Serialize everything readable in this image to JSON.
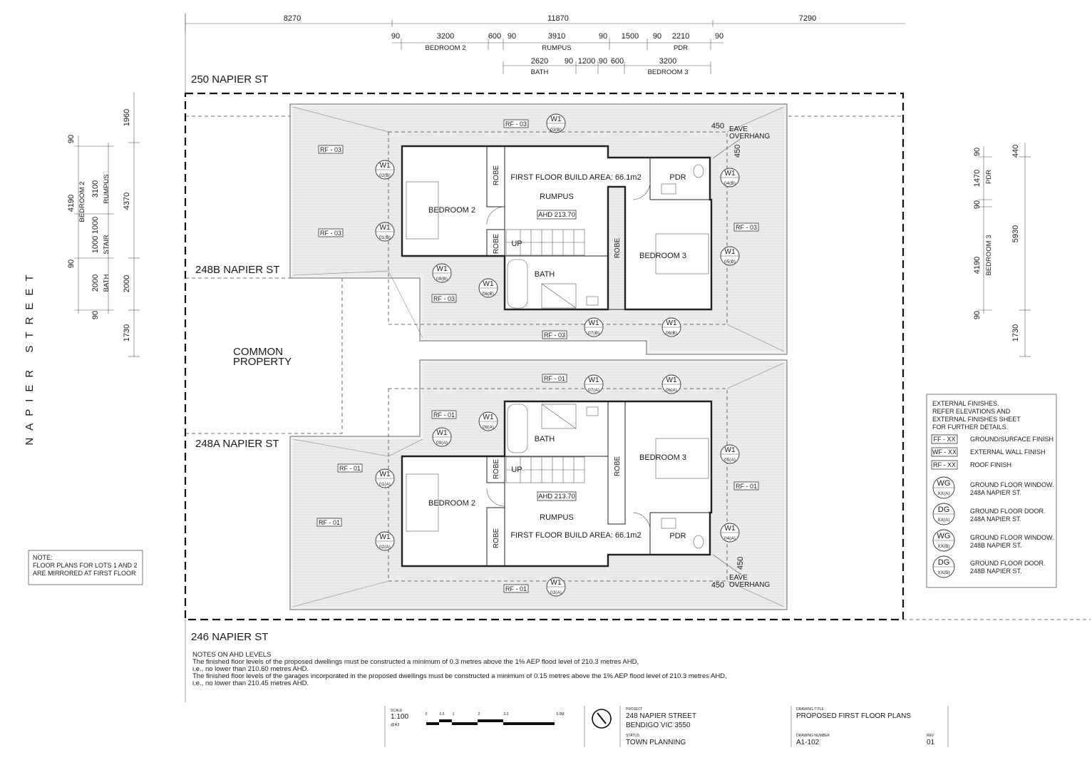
{
  "street_name": "NAPIER STREET",
  "neighbours": {
    "north": "250 NAPIER ST",
    "south": "246 NAPIER ST",
    "lot_b": "248B NAPIER ST",
    "lot_a": "248A NAPIER ST"
  },
  "common_property": [
    "COMMON",
    "PROPERTY"
  ],
  "dims_top_overall": [
    "8270",
    "11870",
    "7290"
  ],
  "dims_top_row2": {
    "values": [
      "90",
      "3200",
      "600",
      "90",
      "3910",
      "90",
      "1500",
      "90",
      "2210",
      "90"
    ],
    "labels": [
      "BEDROOM 2",
      "RUMPUS",
      "PDR"
    ]
  },
  "dims_top_row3": {
    "values": [
      "2620",
      "90",
      "1200",
      "90",
      "600",
      "3200"
    ],
    "labels": [
      "BATH",
      "BEDROOM 3"
    ]
  },
  "dims_left": {
    "outer": [
      "1960",
      "4370",
      "2000",
      "1730"
    ],
    "inner": [
      "90",
      "4190",
      "90",
      "1000",
      "90",
      "2000",
      "90"
    ],
    "inner2": [
      "3100"
    ],
    "labels": [
      "BEDROOM 2",
      "RUMPUS",
      "STAIR",
      "BATH"
    ]
  },
  "dims_right": {
    "outer": [
      "440",
      "5930",
      "1730"
    ],
    "inner": [
      "90",
      "1470",
      "90",
      "4190",
      "90"
    ],
    "labels": [
      "PDR",
      "BEDROOM 3"
    ]
  },
  "lot_b_plan": {
    "build_area": "FIRST FLOOR BUILD AREA: 66.1m2",
    "ahd": "AHD 213.70",
    "rooms": {
      "rumpus": "RUMPUS",
      "bedroom2": "BEDROOM 2",
      "bedroom3": "BEDROOM 3",
      "bath": "BATH",
      "pdr": "PDR",
      "robe": "ROBE",
      "up": "UP"
    },
    "eave": [
      "EAVE",
      "OVERHANG"
    ],
    "eave_dim": "450",
    "roof_tags": [
      "RF - 03",
      "RF - 03",
      "RF - 03",
      "RF - 03",
      "RF - 03",
      "RF - 03"
    ],
    "windows": [
      {
        "code": "W1",
        "ref": "03(B)"
      },
      {
        "code": "W1",
        "ref": "02(B)"
      },
      {
        "code": "W1",
        "ref": "01(B)"
      },
      {
        "code": "W1",
        "ref": "04(B)"
      },
      {
        "code": "W1",
        "ref": "05(B)"
      },
      {
        "code": "W1",
        "ref": "09(B)"
      },
      {
        "code": "W1",
        "ref": "08(B)"
      },
      {
        "code": "W1",
        "ref": "07(B)"
      },
      {
        "code": "W1",
        "ref": "06(B)"
      }
    ]
  },
  "lot_a_plan": {
    "build_area": "FIRST FLOOR BUILD AREA: 66.1m2",
    "ahd": "AHD 213.70",
    "rooms": {
      "rumpus": "RUMPUS",
      "bedroom2": "BEDROOM 2",
      "bedroom3": "BEDROOM 3",
      "bath": "BATH",
      "pdr": "PDR",
      "robe": "ROBE",
      "up": "UP"
    },
    "eave": [
      "EAVE",
      "OVERHANG"
    ],
    "eave_dim": "450",
    "roof_tags": [
      "RF - 01",
      "RF - 01",
      "RF - 01",
      "RF - 01",
      "RF - 01",
      "RF - 01"
    ],
    "windows": [
      {
        "code": "W1",
        "ref": "07(A)"
      },
      {
        "code": "W1",
        "ref": "06(A)"
      },
      {
        "code": "W1",
        "ref": "08(A)"
      },
      {
        "code": "W1",
        "ref": "09(A)"
      },
      {
        "code": "W1",
        "ref": "05(A)"
      },
      {
        "code": "W1",
        "ref": "01(A)"
      },
      {
        "code": "W1",
        "ref": "02(A)"
      },
      {
        "code": "W1",
        "ref": "04(A)"
      },
      {
        "code": "W1",
        "ref": "03(A)"
      }
    ]
  },
  "note": [
    "NOTE:",
    "FLOOR PLANS FOR LOTS 1 AND 2",
    "ARE MIRRORED AT FIRST FLOOR"
  ],
  "finishes_legend": {
    "intro": [
      "EXTERNAL FINISHES.",
      "REFER ELEVATIONS AND",
      "EXTERNAL FINISHES SHEET",
      "FOR FURTHER DETAILS."
    ],
    "tags": [
      {
        "code": "FF - XX",
        "desc": "GROUND/SURFACE FINISH"
      },
      {
        "code": "WF - XX",
        "desc": "EXTERNAL WALL FINISH"
      },
      {
        "code": "RF - XX",
        "desc": "ROOF FINISH"
      }
    ],
    "symbols": [
      {
        "code": "WG",
        "sub": "XX(A)",
        "desc": [
          "GROUND FLOOR WINDOW.",
          "248A NAPIER ST."
        ]
      },
      {
        "code": "DG",
        "sub": "XX(A)",
        "desc": [
          "GROUND FLOOR DOOR.",
          "248A NAPIER ST."
        ]
      },
      {
        "code": "WG",
        "sub": "XX(B)",
        "desc": [
          "GROUND FLOOR WINDOW.",
          "248B NAPIER ST."
        ]
      },
      {
        "code": "DG",
        "sub": "XX(B)",
        "desc": [
          "GROUND FLOOR DOOR.",
          "248B NAPIER ST."
        ]
      }
    ]
  },
  "ahd_notes": [
    "NOTES ON AHD LEVELS",
    "The finished floor levels of the proposed dwellings must be constructed a minimum of 0.3 metres above the 1% AEP flood level of 210.3 metres AHD,",
    "i.e., no lower than 210.60 metres AHD.",
    "The finished floor levels of the garages incorporated in the proposed dwellings must be constructed a minimum of 0.15 metres above the 1% AEP flood level of 210.3 metres AHD,",
    "i.e., no lower than 210.45 metres AHD."
  ],
  "title_block": {
    "scale_label": "SCALE",
    "scale": "1:100",
    "paper": "@A3",
    "bar_ticks": [
      "0",
      "0.5",
      "1",
      "2",
      "3.0",
      "5.0M"
    ],
    "project_label": "PROJECT",
    "project": [
      "248 NAPIER STREET",
      "BENDIGO VIC 3550"
    ],
    "status_label": "STATUS",
    "status": "TOWN PLANNING",
    "drawing_title_label": "DRAWING TITLE",
    "drawing_title": "PROPOSED FIRST FLOOR PLANS",
    "drawing_number_label": "DRAWING NUMBER",
    "drawing_number": "A1-102",
    "rev_label": "REV",
    "rev": "01"
  }
}
